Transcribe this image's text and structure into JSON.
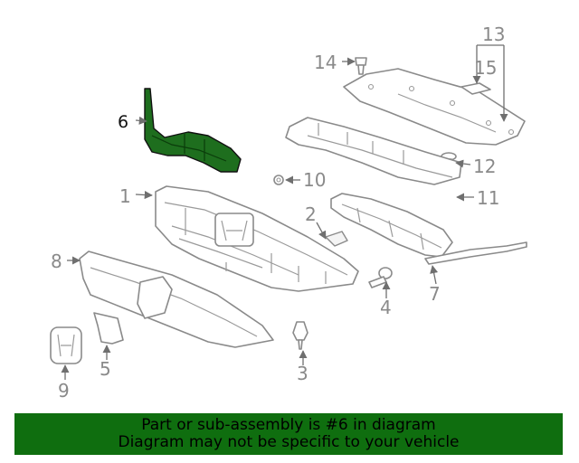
{
  "callouts": {
    "c1": "1",
    "c2": "2",
    "c3": "3",
    "c4": "4",
    "c5": "5",
    "c6": "6",
    "c7": "7",
    "c8": "8",
    "c9": "9",
    "c10": "10",
    "c11": "11",
    "c12": "12",
    "c13": "13",
    "c14": "14",
    "c15": "15"
  },
  "highlighted_part": "6",
  "highlight_color": "#1e6e1e",
  "banner": {
    "line1": "Part or sub-assembly is #6 in diagram",
    "line2": "Diagram may not be specific to your vehicle",
    "background": "#0f6e0f"
  }
}
